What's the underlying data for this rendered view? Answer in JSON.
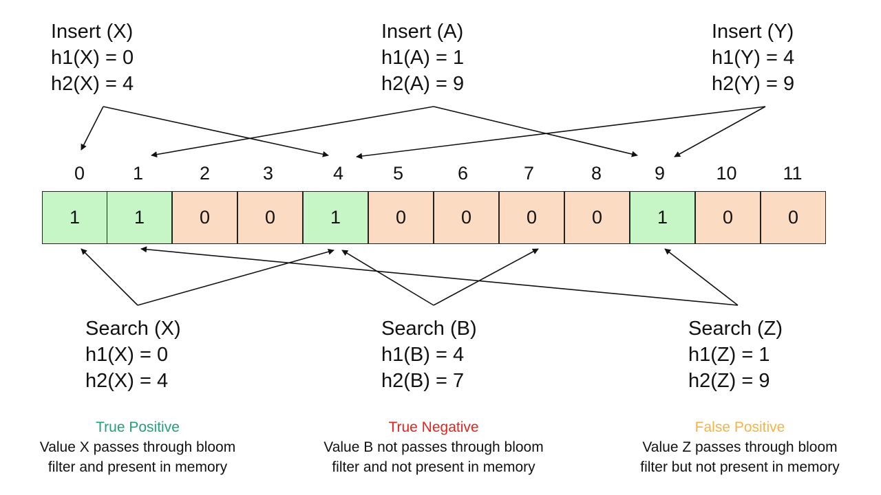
{
  "colors": {
    "set_cell": "#c6f5c6",
    "unset_cell": "#fbdcc2",
    "true_positive": "#22a07a",
    "true_negative": "#e8231c",
    "false_positive": "#f5b347",
    "arrow": "#111111"
  },
  "inserts": [
    {
      "title": "Insert (X)",
      "h1": "h1(X) = 0",
      "h2": "h2(X) = 4",
      "targets": [
        0,
        4
      ]
    },
    {
      "title": "Insert (A)",
      "h1": "h1(A) = 1",
      "h2": "h2(A) = 9",
      "targets": [
        1,
        9
      ]
    },
    {
      "title": "Insert (Y)",
      "h1": "h1(Y) = 4",
      "h2": "h2(Y) = 9",
      "targets": [
        4,
        9
      ]
    }
  ],
  "bit_array": {
    "indices": [
      "0",
      "1",
      "2",
      "3",
      "4",
      "5",
      "6",
      "7",
      "8",
      "9",
      "10",
      "11"
    ],
    "values": [
      "1",
      "1",
      "0",
      "0",
      "1",
      "0",
      "0",
      "0",
      "0",
      "1",
      "0",
      "0"
    ]
  },
  "searches": [
    {
      "title": "Search (X)",
      "h1": "h1(X) = 0",
      "h2": "h2(X) = 4",
      "targets": [
        0,
        4
      ]
    },
    {
      "title": "Search (B)",
      "h1": "h1(B) = 4",
      "h2": "h2(B) = 7",
      "targets": [
        4,
        7
      ]
    },
    {
      "title": "Search (Z)",
      "h1": "h1(Z) = 1",
      "h2": "h2(Z) = 9",
      "targets": [
        1,
        9
      ]
    }
  ],
  "outcomes": [
    {
      "label": "True Positive",
      "line1": "Value X passes through bloom",
      "line2": "filter and present in memory"
    },
    {
      "label": "True Negative",
      "line1": "Value B not passes through bloom",
      "line2": "filter and not present in memory"
    },
    {
      "label": "False Positive",
      "line1": "Value Z passes through bloom",
      "line2": "filter but not present in memory"
    }
  ]
}
